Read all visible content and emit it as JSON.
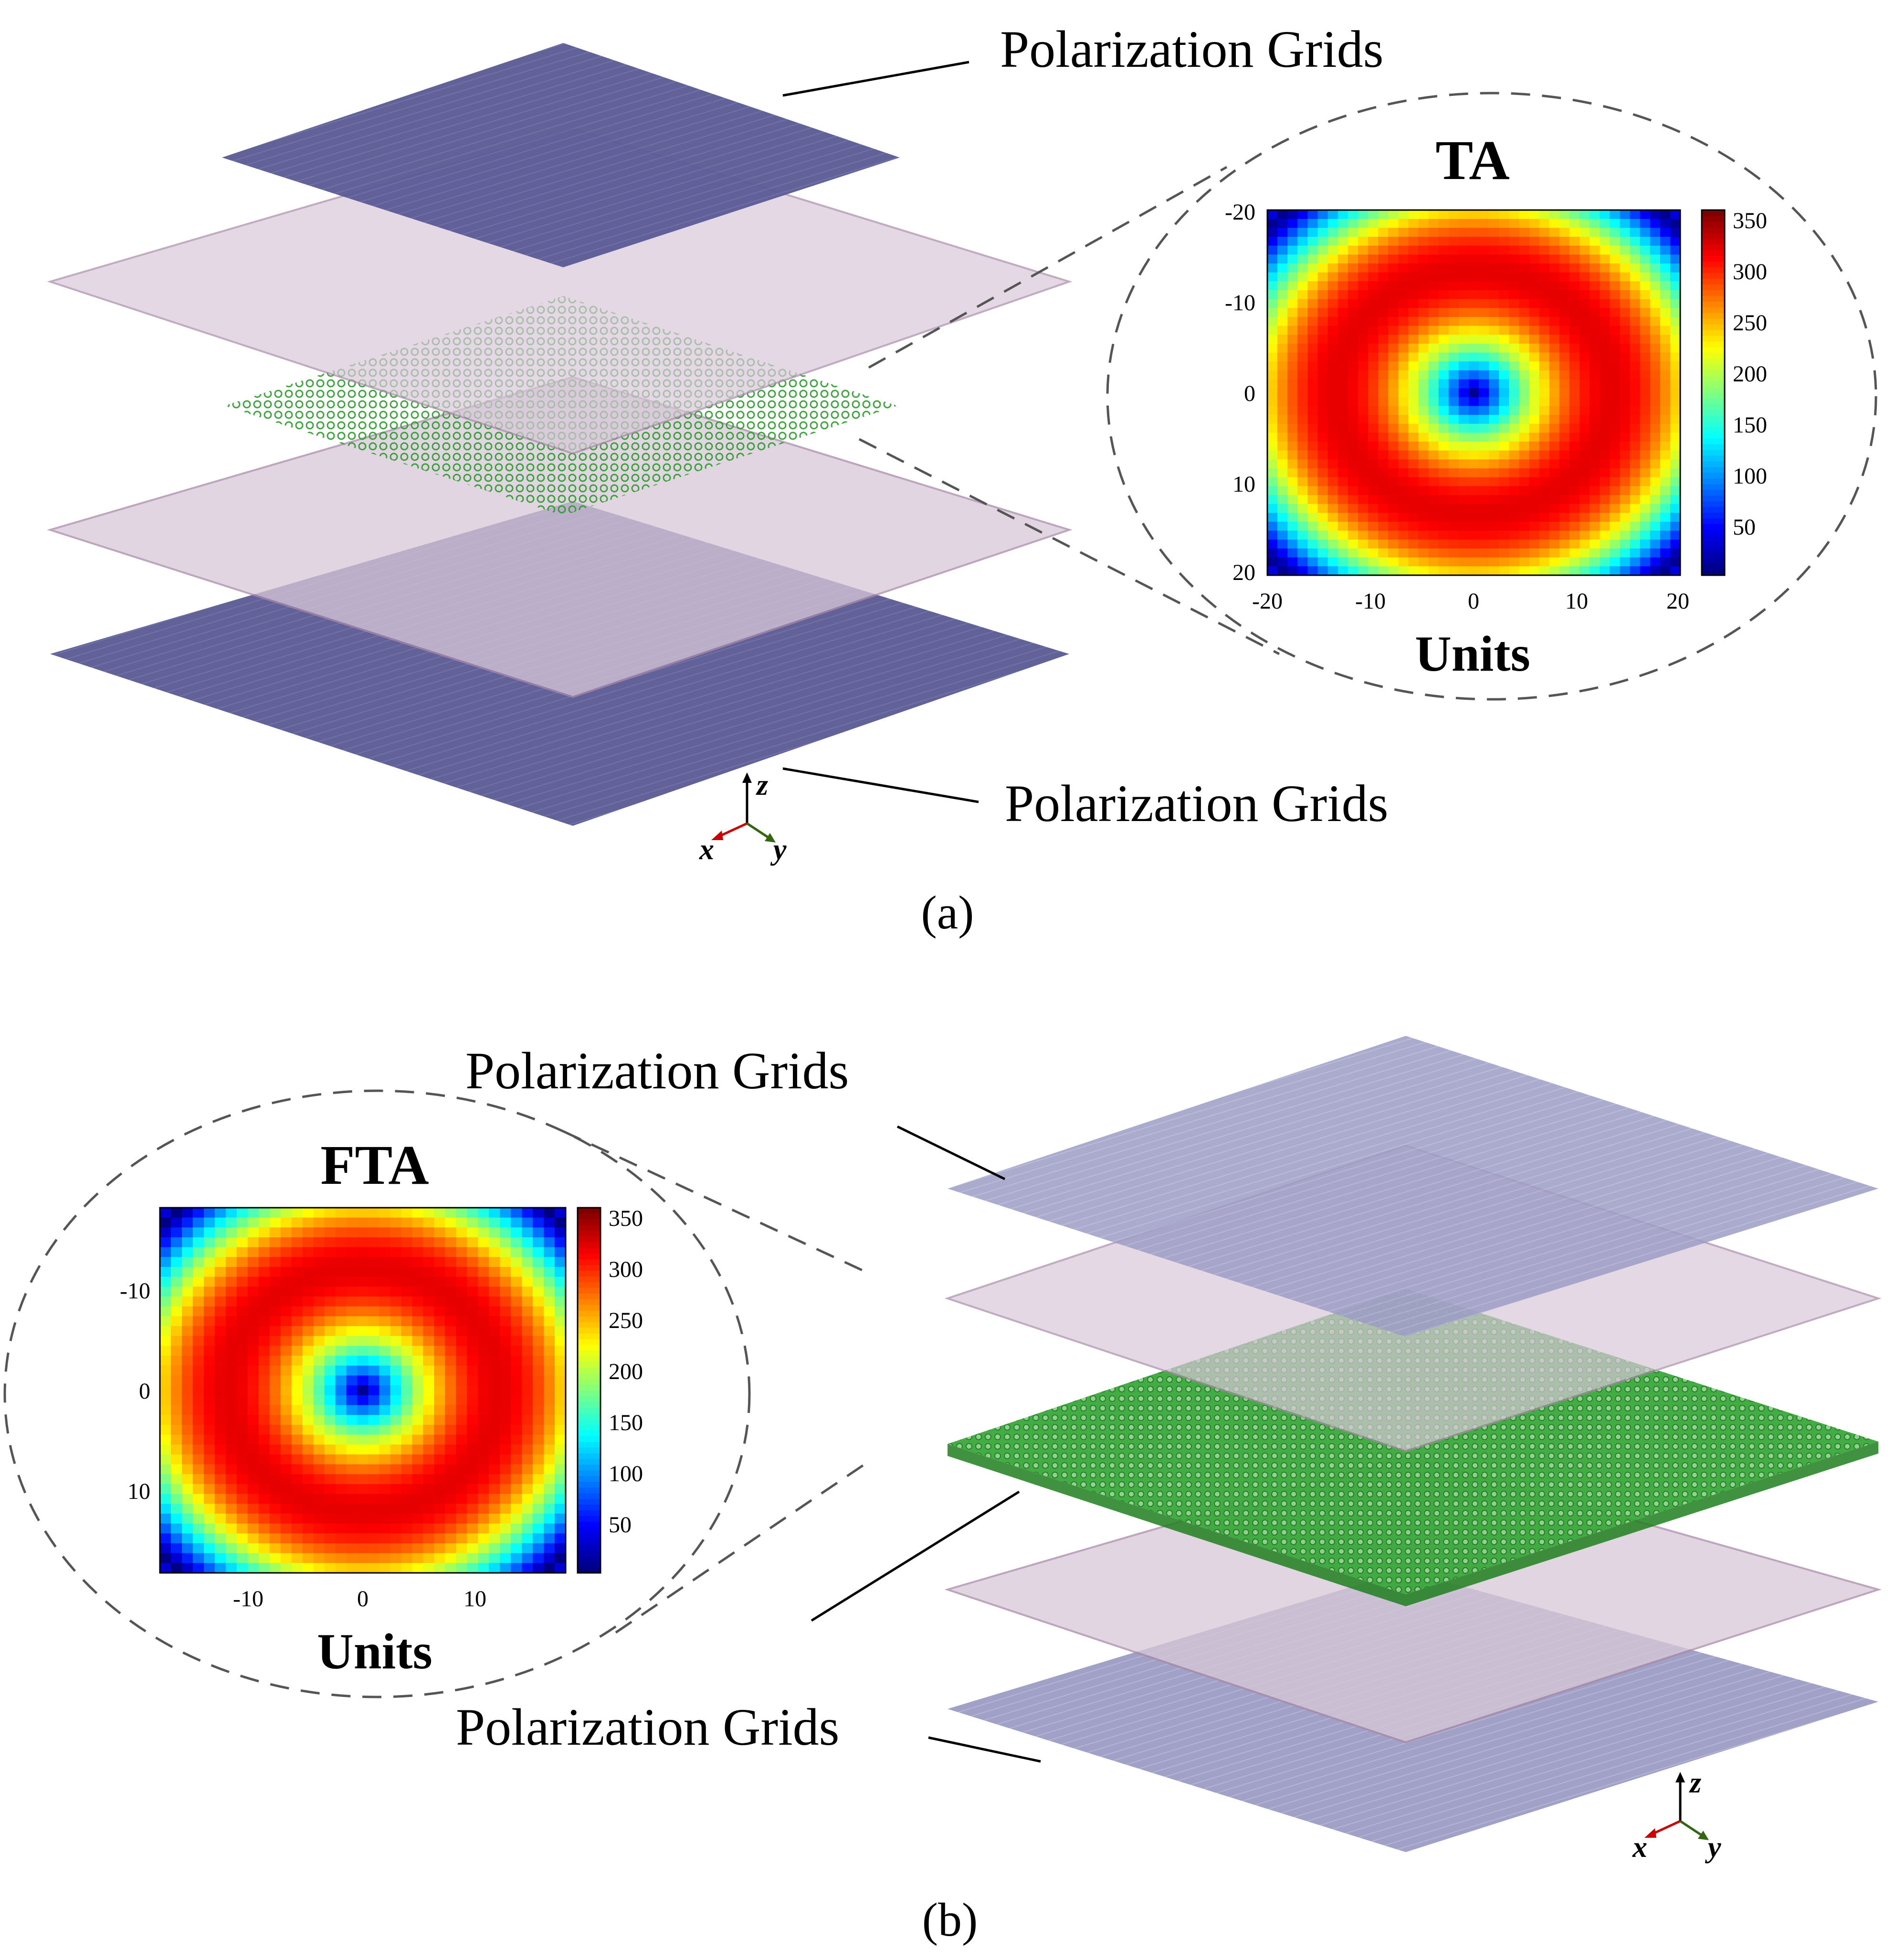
{
  "panel_a": {
    "label": "(a)",
    "top_callout": "Polarization Grids",
    "bottom_callout": "Polarization Grids",
    "axes_glyph": {
      "x": "x",
      "y": "y",
      "z": "z"
    },
    "inset": {
      "title": "TA",
      "xlabel": "Units",
      "x_ticks": [
        "-20",
        "-10",
        "0",
        "10",
        "20"
      ],
      "y_ticks": [
        "-20",
        "-10",
        "0",
        "10",
        "20"
      ],
      "colorbar_ticks": [
        "50",
        "100",
        "150",
        "200",
        "250",
        "300",
        "350"
      ]
    }
  },
  "panel_b": {
    "label": "(b)",
    "top_callout": "Polarization Grids",
    "bottom_callout": "Polarization Grids",
    "axes_glyph": {
      "x": "x",
      "y": "y",
      "z": "z"
    },
    "inset": {
      "title": "FTA",
      "xlabel": "Units",
      "x_ticks": [
        "-10",
        "0",
        "10"
      ],
      "y_ticks": [
        "-10",
        "0",
        "10"
      ],
      "colorbar_ticks": [
        "50",
        "100",
        "150",
        "200",
        "250",
        "300",
        "350"
      ]
    }
  },
  "colors": {
    "polarizer": "#5a5a94",
    "spacer": "#d8c8d8",
    "spacer_edge": "#a888a8",
    "metasurface": "#2a9a2a",
    "inset_outline": "#555555",
    "axis_x": "#cc0000",
    "axis_y": "#336611",
    "axis_z": "#000000"
  },
  "colormap": "jet"
}
